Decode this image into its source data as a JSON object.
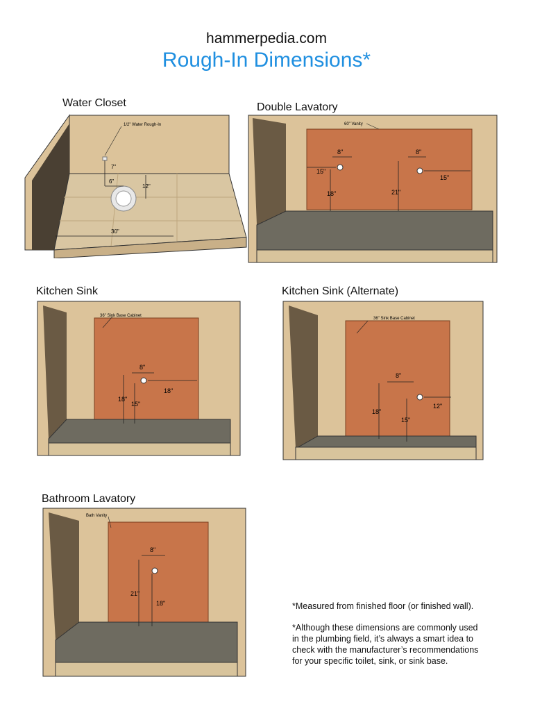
{
  "header": {
    "site": "hammerpedia.com",
    "title": "Rough-In Dimensions*"
  },
  "colors": {
    "title": "#1f8fe0",
    "wall": "#dcc39a",
    "side_wall": "#4a4033",
    "panel": "#c8754a",
    "floor_tile": "#d9c6a2",
    "dark_floor": "#6e6b60"
  },
  "water_closet": {
    "label": "Water Closet",
    "callout": "1/2\" Water Rough-In",
    "dims": {
      "height": "7\"",
      "offset": "6\"",
      "depth": "12\"",
      "width": "30\""
    }
  },
  "double_lavatory": {
    "label": "Double Lavatory",
    "callout": "60\" Vanity",
    "dims": {
      "left_spacing": "8\"",
      "right_spacing": "8\"",
      "left_offset": "15\"",
      "right_offset": "15\"",
      "left_height": "18\"",
      "right_height": "21\""
    }
  },
  "kitchen_sink": {
    "label": "Kitchen Sink",
    "callout": "36\" Sink Base Cabinet",
    "dims": {
      "spacing": "8\"",
      "supply_height": "18\"",
      "drain_height": "15\"",
      "drain_offset": "18\""
    }
  },
  "kitchen_sink_alt": {
    "label": "Kitchen Sink (Alternate)",
    "callout": "36\" Sink Base Cabinet",
    "dims": {
      "spacing": "8\"",
      "supply_height": "18\"",
      "drain_height": "15\"",
      "drain_offset": "12\""
    }
  },
  "bathroom_lavatory": {
    "label": "Bathroom Lavatory",
    "callout": "Bath Vanity",
    "dims": {
      "spacing": "8\"",
      "supply_height": "21\"",
      "drain_height": "18\""
    }
  },
  "notes": {
    "note1": "*Measured from finished floor (or finished wall).",
    "note2_lines": [
      "*Although these dimensions are commonly used",
      "in the plumbing field, it’s always a smart idea to",
      "check with the manufacturer’s recommendations",
      "for your specific toilet, sink, or sink base."
    ]
  }
}
